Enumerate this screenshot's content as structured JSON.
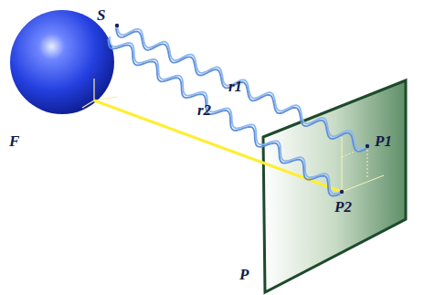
{
  "diagram": {
    "labels": [
      "S",
      "F",
      "r1",
      "r2",
      "P1",
      "P2",
      "P"
    ]
  }
}
